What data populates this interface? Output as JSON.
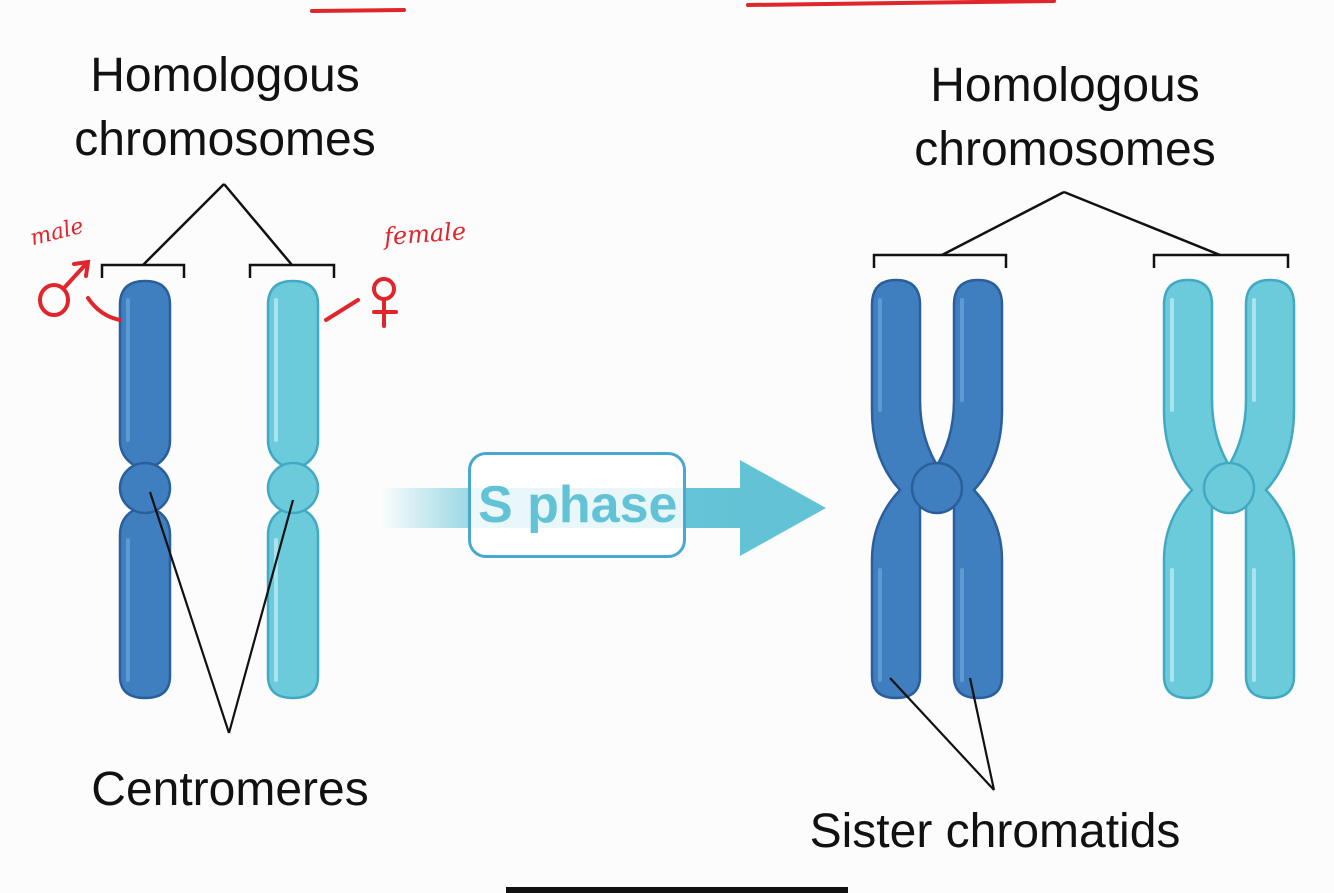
{
  "labels": {
    "homologous_left": "Homologous chromosomes",
    "homologous_right": "Homologous chromosomes",
    "centromeres": "Centromeres",
    "sister_chromatids": "Sister chromatids",
    "s_phase": "S phase"
  },
  "annotations": {
    "male": "male",
    "female": "female"
  },
  "colors": {
    "dark_chromosome": "#3f7fc0",
    "light_chromosome": "#6ccbdb",
    "arrow": "#62c3d6",
    "annotation_red": "#e0262a"
  }
}
